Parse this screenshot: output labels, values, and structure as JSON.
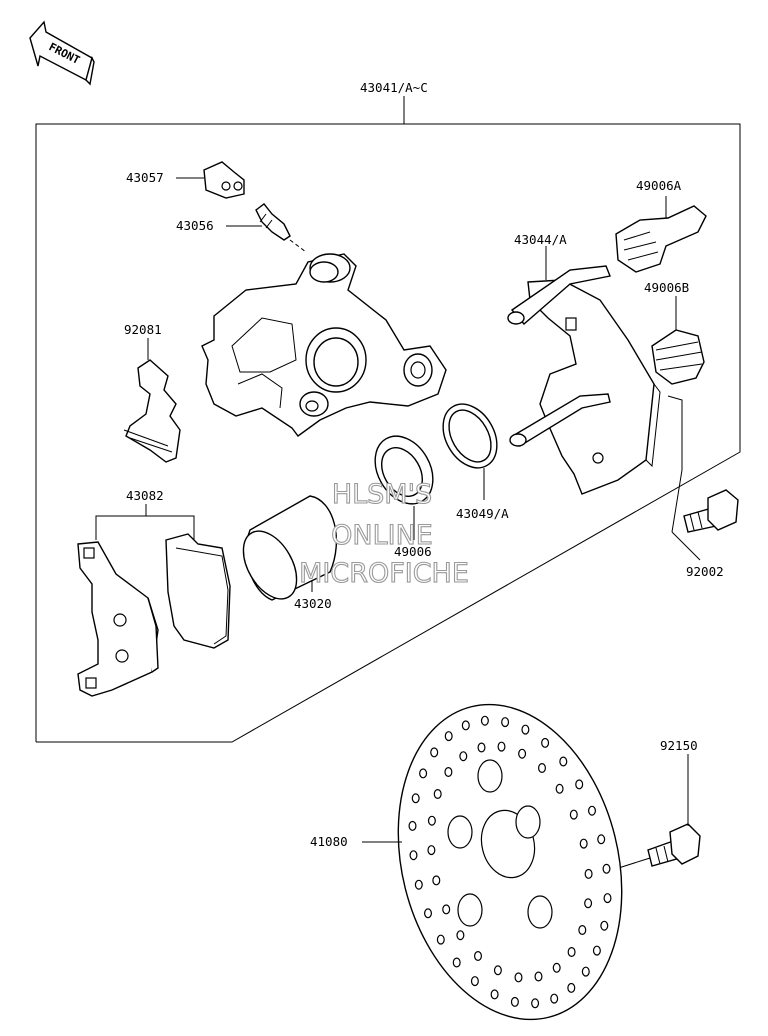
{
  "front_badge": "FRONT",
  "watermark": [
    "HLSM'S",
    "ONLINE",
    "MICROFICHE"
  ],
  "parts": {
    "assembly": "43041/A~C",
    "clip_43057": "43057",
    "bleeder_43056": "43056",
    "pad_spring_92081": "92081",
    "pad_set_43082": "43082",
    "bracket_43044": "43044/A",
    "boot_49006A": "49006A",
    "boot_49006B": "49006B",
    "seal_43049": "43049/A",
    "seal_49006": "49006",
    "piston_43020": "43020",
    "bolt_92002": "92002",
    "bolt_92150": "92150",
    "disc_41080": "41080"
  }
}
